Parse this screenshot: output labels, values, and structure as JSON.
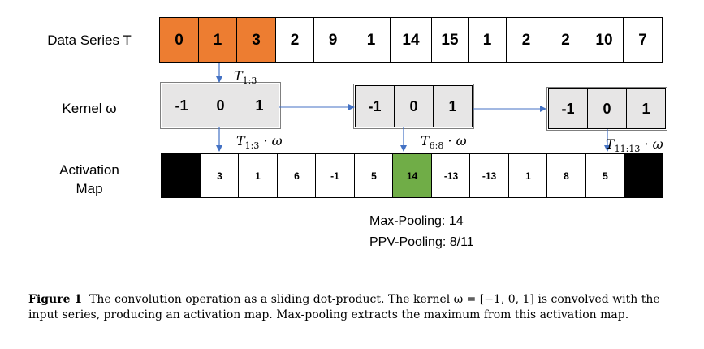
{
  "labels": {
    "data_series": "Data Series T",
    "kernel": "Kernel ω",
    "activation_line1": "Activation",
    "activation_line2": "Map"
  },
  "data_series": {
    "values": [
      "0",
      "1",
      "3",
      "2",
      "9",
      "1",
      "14",
      "15",
      "1",
      "2",
      "2",
      "10",
      "7"
    ],
    "highlighted": [
      0,
      1,
      2
    ],
    "highlight_color": "#ED7D31"
  },
  "kernel": {
    "values": [
      "-1",
      "0",
      "1"
    ],
    "cell_color": "#E7E6E6"
  },
  "activation_map": {
    "values": [
      "",
      "3",
      "1",
      "6",
      "-1",
      "5",
      "14",
      "-13",
      "-13",
      "1",
      "8",
      "5",
      ""
    ],
    "padding": [
      0,
      12
    ],
    "highlighted": [
      6
    ],
    "highlight_color": "#70AD47",
    "padding_color": "#000000"
  },
  "annotations": {
    "t_slice": {
      "base": "T",
      "sub": "1:3"
    },
    "dot1": {
      "base": "T",
      "sub": "1:3",
      "suffix": " · ω"
    },
    "dot2": {
      "base": "T",
      "sub": "6:8",
      "suffix": " · ω"
    },
    "dot3": {
      "base": "T",
      "sub": "11:13",
      "suffix": " · ω"
    }
  },
  "stats": {
    "max_pooling": "Max-Pooling: 14",
    "ppv_pooling": "PPV-Pooling:  8/11"
  },
  "caption": {
    "label": "Figure 1",
    "text": "The convolution operation as a sliding dot-product. The kernel ω = [−1, 0, 1] is convolved with the input series, producing an activation map. Max-pooling extracts the maximum from this activation map."
  },
  "colors": {
    "arrow": "#4472C4"
  }
}
